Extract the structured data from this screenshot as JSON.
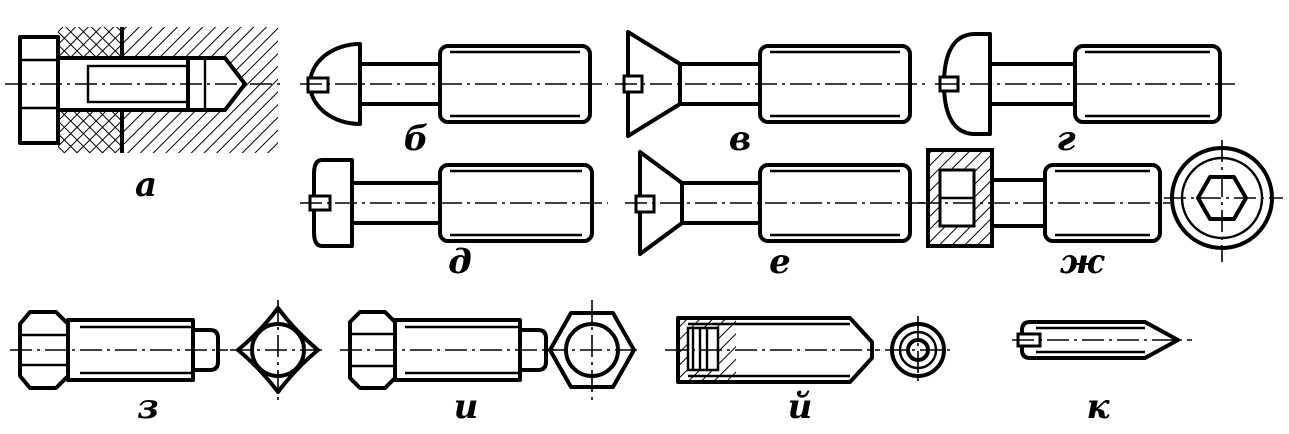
{
  "figure": {
    "labels": {
      "a": "а",
      "b": "б",
      "v": "в",
      "g": "г",
      "d": "д",
      "e": "е",
      "zh": "ж",
      "z": "з",
      "i": "и",
      "y": "й",
      "k": "к"
    }
  }
}
